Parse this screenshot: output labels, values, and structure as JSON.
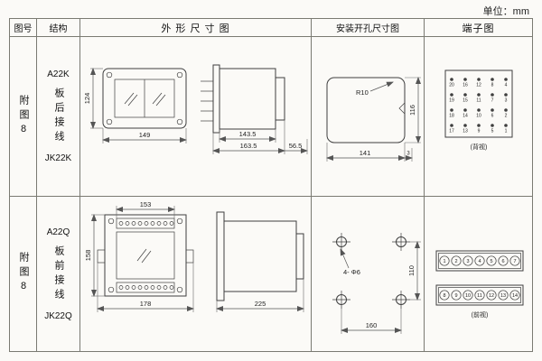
{
  "page": {
    "unit_label": "单位：mm"
  },
  "table": {
    "headers": {
      "fig": "图号",
      "structure": "结构",
      "outline": "外 形 尺 寸 图",
      "mounting": "安装开孔尺寸图",
      "terminal": "端子图"
    },
    "rows": [
      {
        "fig_label": "附图8",
        "model": "A22K",
        "wiring_label": "板后接线",
        "relay_model": "JK22K",
        "outline_dims": {
          "height": "124",
          "width": "149",
          "depth_inner": "143.5",
          "depth_outer": "163.5",
          "depth_front": "56.5"
        },
        "mounting_dims": {
          "radius": "R10",
          "width": "141",
          "height": "116",
          "notch": "3"
        },
        "terminal_grid": {
          "numbers": [
            [
              "20",
              "16",
              "12",
              "8",
              "4"
            ],
            [
              "19",
              "15",
              "11",
              "7",
              "3"
            ],
            [
              "18",
              "14",
              "10",
              "6",
              "2"
            ],
            [
              "17",
              "13",
              "9",
              "5",
              "1"
            ]
          ],
          "view_label": "(背视)"
        }
      },
      {
        "fig_label": "附图8",
        "model": "A22Q",
        "wiring_label": "板前接线",
        "relay_model": "JK22Q",
        "outline_dims": {
          "top": "153",
          "height": "158",
          "width": "178",
          "depth": "225"
        },
        "mounting_dims": {
          "holes": "4- Φ6",
          "height": "110",
          "width": "160"
        },
        "terminal_strip": {
          "top": [
            "1",
            "2",
            "3",
            "4",
            "5",
            "6",
            "7"
          ],
          "bottom": [
            "8",
            "9",
            "10",
            "11",
            "12",
            "13",
            "14"
          ],
          "view_label": "(前视)"
        }
      }
    ]
  }
}
